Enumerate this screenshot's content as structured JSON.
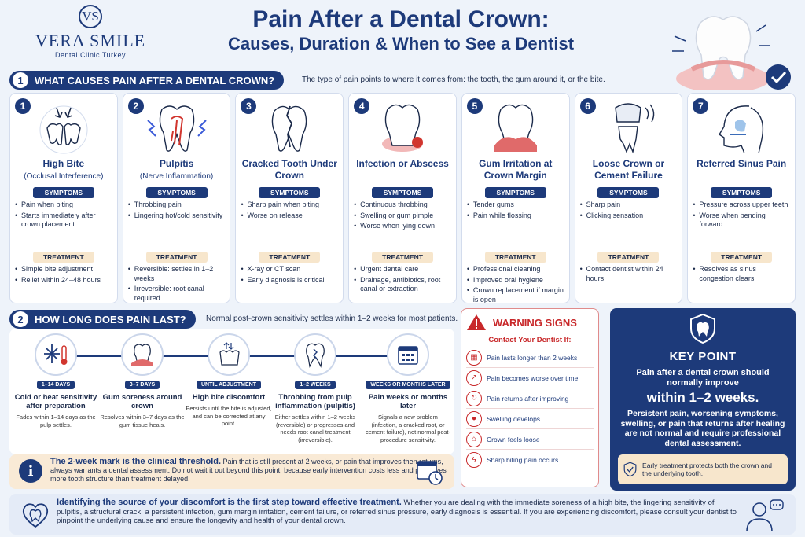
{
  "brand": {
    "name": "VERA SMILE",
    "sub": "Dental Clinic Turkey",
    "monogram": "VS"
  },
  "title": {
    "line1": "Pain After a Dental Crown:",
    "line2": "Causes, Duration & When to See a Dentist"
  },
  "section1": {
    "num": "1",
    "label": "WHAT CAUSES PAIN AFTER A DENTAL CROWN?",
    "note": "The type of pain points to where it comes from: the tooth, the gum around it, or the bite."
  },
  "labels": {
    "symptoms": "SYMPTOMS",
    "treatment": "TREATMENT"
  },
  "causes": [
    {
      "num": "1",
      "name": "High Bite",
      "paren": "(Occlusal Interference)",
      "symptoms": [
        "Pain when biting",
        "Starts immediately after crown placement"
      ],
      "treatment": [
        "Simple bite adjustment",
        "Relief within 24–48 hours"
      ]
    },
    {
      "num": "2",
      "name": "Pulpitis",
      "paren": "(Nerve Inflammation)",
      "symptoms": [
        "Throbbing pain",
        "Lingering hot/cold sensitivity"
      ],
      "treatment": [
        "Reversible: settles in 1–2 weeks",
        "Irreversible: root canal required"
      ]
    },
    {
      "num": "3",
      "name": "Cracked Tooth Under Crown",
      "paren": "",
      "symptoms": [
        "Sharp pain when biting",
        "Worse on release"
      ],
      "treatment": [
        "X-ray or CT scan",
        "Early diagnosis is critical"
      ]
    },
    {
      "num": "4",
      "name": "Infection or Abscess",
      "paren": "",
      "symptoms": [
        "Continuous throbbing",
        "Swelling or gum pimple",
        "Worse when lying down"
      ],
      "treatment": [
        "Urgent dental care",
        "Drainage, antibiotics, root canal or extraction"
      ]
    },
    {
      "num": "5",
      "name": "Gum Irritation at Crown Margin",
      "paren": "",
      "symptoms": [
        "Tender gums",
        "Pain while flossing"
      ],
      "treatment": [
        "Professional cleaning",
        "Improved oral hygiene",
        "Crown replacement if margin is open"
      ]
    },
    {
      "num": "6",
      "name": "Loose Crown or Cement Failure",
      "paren": "",
      "symptoms": [
        "Sharp pain",
        "Clicking sensation"
      ],
      "treatment": [
        "Contact dentist within 24 hours"
      ]
    },
    {
      "num": "7",
      "name": "Referred Sinus Pain",
      "paren": "",
      "symptoms": [
        "Pressure across upper teeth",
        "Worse when bending forward"
      ],
      "treatment": [
        "Resolves as sinus congestion clears"
      ]
    }
  ],
  "section2": {
    "num": "2",
    "label": "HOW LONG DOES PAIN LAST?",
    "note": "Normal post-crown sensitivity settles within 1–2 weeks for most patients."
  },
  "timeline": [
    {
      "tag": "1–14 DAYS",
      "head": "Cold or heat sensitivity after preparation",
      "desc": "Fades within 1–14 days as the pulp settles."
    },
    {
      "tag": "3–7 DAYS",
      "head": "Gum soreness around crown",
      "desc": "Resolves within 3–7 days as the gum tissue heals."
    },
    {
      "tag": "UNTIL ADJUSTMENT",
      "head": "High bite discomfort",
      "desc": "Persists until the bite is adjusted, and can be corrected at any point."
    },
    {
      "tag": "1–2 WEEKS",
      "head": "Throbbing from pulp inflammation (pulpitis)",
      "desc": "Either settles within 1–2 weeks (reversible) or progresses and needs root canal treatment (irreversible)."
    },
    {
      "tag": "WEEKS OR MONTHS LATER",
      "head": "Pain weeks or months later",
      "desc": "Signals a new problem (infection, a cracked root, or cement failure), not normal post-procedure sensitivity."
    }
  ],
  "threshold": {
    "lead": "The 2-week mark is the clinical threshold.",
    "body": "Pain that is still present at 2 weeks, or pain that improves then returns, always warrants a dental assessment. Do not wait it out beyond this point, because early intervention costs less and preserves more tooth structure than treatment delayed."
  },
  "warning": {
    "title": "WARNING SIGNS",
    "sub": "Contact Your Dentist If:",
    "items": [
      "Pain lasts longer than 2 weeks",
      "Pain becomes worse over time",
      "Pain returns after improving",
      "Swelling develops",
      "Crown feels loose",
      "Sharp biting pain occurs"
    ]
  },
  "keypoint": {
    "title": "KEY POINT",
    "line1": "Pain after a dental crown should normally improve",
    "line2": "within 1–2 weeks.",
    "line3": "Persistent pain, worsening symptoms, swelling, or pain that returns after healing are not normal and require professional dental assessment.",
    "note": "Early treatment protects both the crown and the underlying tooth."
  },
  "bottom": {
    "lead": "Identifying the source of your discomfort is the first step toward effective treatment.",
    "body": "Whether you are dealing with the immediate soreness of a high bite, the lingering sensitivity of pulpitis, a structural crack, a persistent infection, gum margin irritation, cement failure, or referred sinus pressure, early diagnosis is essential. If you are experiencing discomfort, please consult your dentist to pinpoint the underlying cause and ensure the longevity and health of your dental crown."
  },
  "colors": {
    "navy": "#1d3a7a",
    "red": "#c8282a",
    "cream": "#f7e6cc",
    "bg": "#eef3fa"
  }
}
